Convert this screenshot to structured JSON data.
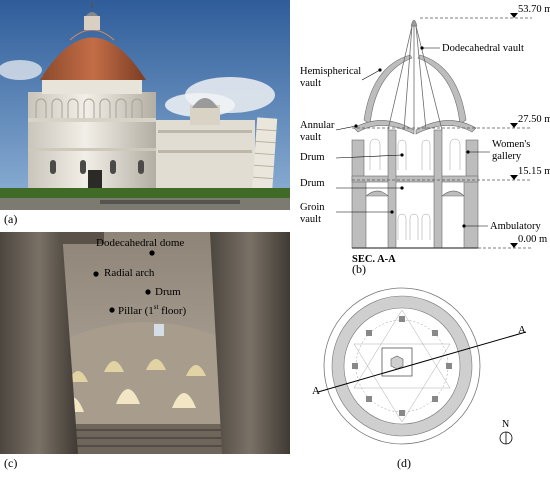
{
  "figure": {
    "panel_a": {
      "label": "(a)"
    },
    "panel_b": {
      "label": "(b)",
      "section_title": "SEC. A-A",
      "levels": [
        "53.70 m",
        "27.50 m",
        "15.15 m",
        "0.00 m"
      ],
      "annotations": {
        "dodecahedral_vault": "Dodecahedral vault",
        "hemispherical_vault_1": "Hemispherical",
        "hemispherical_vault_2": "vault",
        "annular_vault_1": "Annular",
        "annular_vault_2": "vault",
        "drum_upper": "Drum",
        "womens_gallery_1": "Women's",
        "womens_gallery_2": "gallery",
        "drum_lower": "Drum",
        "groin_vault_1": "Groin",
        "groin_vault_2": "vault",
        "ambulatory": "Ambulatory"
      }
    },
    "panel_c": {
      "label": "(c)",
      "annotations": {
        "dodecahedral_dome": "Dodecahedral dome",
        "radial_arch": "Radial arch",
        "drum": "Drum",
        "pillar_prefix": "Pillar (1",
        "pillar_sup": "st",
        "pillar_suffix": " floor)"
      }
    },
    "panel_d": {
      "label": "(d)",
      "section_marker_left": "A",
      "section_marker_right": "A",
      "north": "N"
    }
  }
}
